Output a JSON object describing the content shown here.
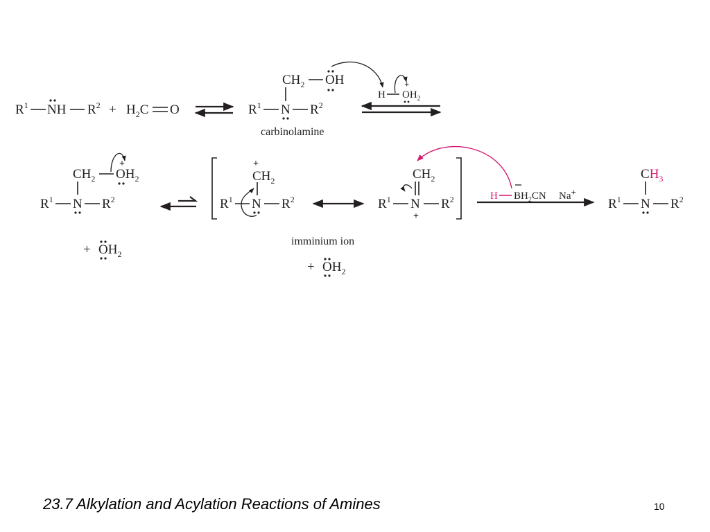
{
  "slide": {
    "title": "23.7 Alkylation and Acylation Reactions of Amines",
    "page_number": "10"
  },
  "scheme": {
    "amine": {
      "r1": "R",
      "r1_sup": "1",
      "n": "N",
      "h": "H",
      "r2": "R",
      "r2_sup": "2"
    },
    "plus": "+",
    "formaldehyde": {
      "h2c": "H",
      "h2c_sub": "2",
      "c": "C",
      "o": "O"
    },
    "carbinolamine": {
      "ch2": "CH",
      "ch2_sub": "2",
      "oh": "OH",
      "r1": "R",
      "r1_sup": "1",
      "n": "N",
      "r2": "R",
      "r2_sup": "2",
      "label": "carbinolamine"
    },
    "hydronium": {
      "h": "H",
      "oh2": "OH",
      "oh2_sub": "2",
      "charge": "+"
    },
    "oxonium": {
      "ch2": "CH",
      "ch2_sub": "2",
      "oh2": "OH",
      "oh2_sub": "2",
      "charge": "+",
      "r1": "R",
      "r1_sup": "1",
      "n": "N",
      "r2": "R",
      "r2_sup": "2"
    },
    "water_left": {
      "plus": "+",
      "o": "O",
      "h2": "H",
      "h2_sub": "2"
    },
    "carbocation": {
      "ch2": "CH",
      "ch2_sub": "2",
      "charge": "+",
      "r1": "R",
      "r1_sup": "1",
      "n": "N",
      "r2": "R",
      "r2_sup": "2"
    },
    "iminium": {
      "ch2": "CH",
      "ch2_sub": "2",
      "charge": "+",
      "r1": "R",
      "r1_sup": "1",
      "n": "N",
      "r2": "R",
      "r2_sup": "2"
    },
    "iminium_label": "imminium ion",
    "water_right": {
      "plus": "+",
      "o": "O",
      "h2": "H",
      "h2_sub": "2"
    },
    "reagent": {
      "h": "H",
      "b": "B",
      "bh2cn": "H",
      "bh2cn_sub": "2",
      "cn": "CN",
      "na": "Na",
      "na_charge": "+"
    },
    "product": {
      "c": "C",
      "h3": "H",
      "h3_sub": "3",
      "r1": "R",
      "r1_sup": "1",
      "n": "N",
      "r2": "R",
      "r2_sup": "2"
    },
    "colors": {
      "highlight": "#d6186f",
      "ink": "#231f20"
    }
  }
}
